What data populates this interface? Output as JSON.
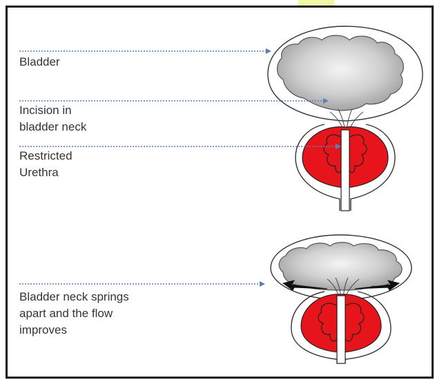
{
  "diagram": {
    "labels": {
      "bladder": "Bladder",
      "incision_line1": "Incision in",
      "incision_line2": "bladder neck",
      "restricted_line1": "Restricted",
      "restricted_line2": "Urethra",
      "springs_line1": "Bladder neck springs",
      "springs_line2": "apart and the flow",
      "springs_line3": "improves"
    },
    "colors": {
      "prostate": "#e8141c",
      "bladder_fill": "#bcbcbc",
      "pointer_line": "#5a7fb8",
      "frame": "#111111",
      "top_accent": "#f2f7a6"
    }
  }
}
